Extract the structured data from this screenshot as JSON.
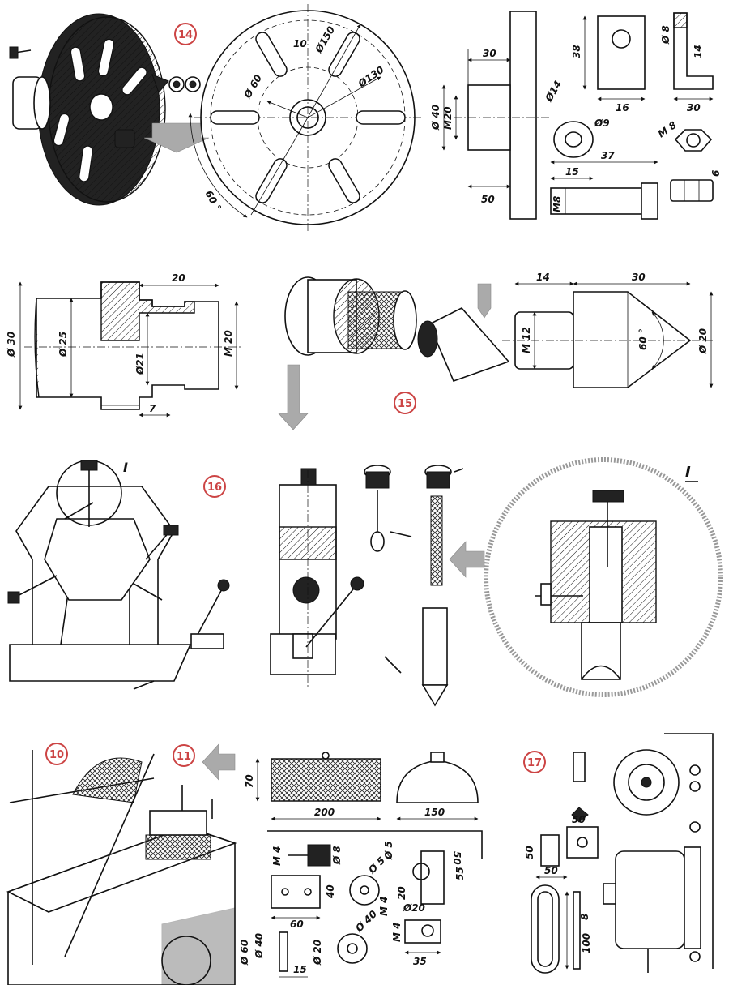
{
  "figures": {
    "fig14": {
      "badge": "14",
      "dims": [
        "10",
        "Ø150",
        "Ø 60",
        "Ø130",
        "60 °",
        "30",
        "Ø 40",
        "M20",
        "50",
        "38",
        "16",
        "Ø 8",
        "14",
        "30",
        "Ø14",
        "Ø9",
        "37",
        "M 8",
        "15",
        "M8",
        "6"
      ]
    },
    "fig15": {
      "badge": "15",
      "dims": [
        "20",
        "Ø 30",
        "Ø 25",
        "M 20",
        "Ø21",
        "7",
        "14",
        "30",
        "M 12",
        "60 °",
        "Ø 20"
      ]
    },
    "fig16": {
      "badge": "16",
      "section_label_1": "I",
      "section_label_2": "I"
    },
    "fig10_11": {
      "badge_10": "10",
      "badge_11": "11",
      "dims": [
        "70",
        "200",
        "150",
        "M 4",
        "Ø 8",
        "Ø 5",
        "Ø 5",
        "50",
        "55",
        "40",
        "60",
        "20",
        "Ø20",
        "M 4",
        "Ø 40",
        "Ø 60",
        "Ø 40",
        "Ø 20",
        "15",
        "M 4",
        "35"
      ]
    },
    "fig17": {
      "badge": "17",
      "dims": [
        "50",
        "50",
        "50",
        "8",
        "100"
      ]
    }
  },
  "colors": {
    "ink": "#111111",
    "badge": "#cc4444",
    "arrow": "#aaaaaa"
  }
}
